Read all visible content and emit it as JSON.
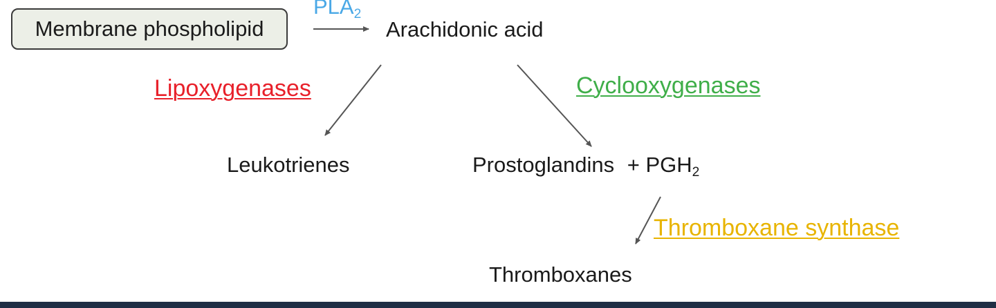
{
  "colors": {
    "pla": "#4aa8e6",
    "lipoxygenases": "#e8202a",
    "cyclooxygenases": "#3fae49",
    "thromboxane_synthase": "#e8b400",
    "arrow": "#555555",
    "bottom_bar": "#1f2e44"
  },
  "nodes": {
    "membrane_phospholipid": "Membrane phospholipid",
    "arachidonic_acid": "Arachidonic acid",
    "leukotrienes": "Leukotrienes",
    "prostoglandins": "Prostoglandins",
    "plus": "+",
    "pgh": "PGH",
    "pgh_subscript": "2",
    "thromboxanes": "Thromboxanes"
  },
  "enzymes": {
    "pla": "PLA",
    "pla_subscript": "2",
    "lipoxygenases": "Lipoxygenases",
    "cyclooxygenases": "Cyclooxygenases",
    "thromboxane_synthase": "Thromboxane synthase"
  }
}
